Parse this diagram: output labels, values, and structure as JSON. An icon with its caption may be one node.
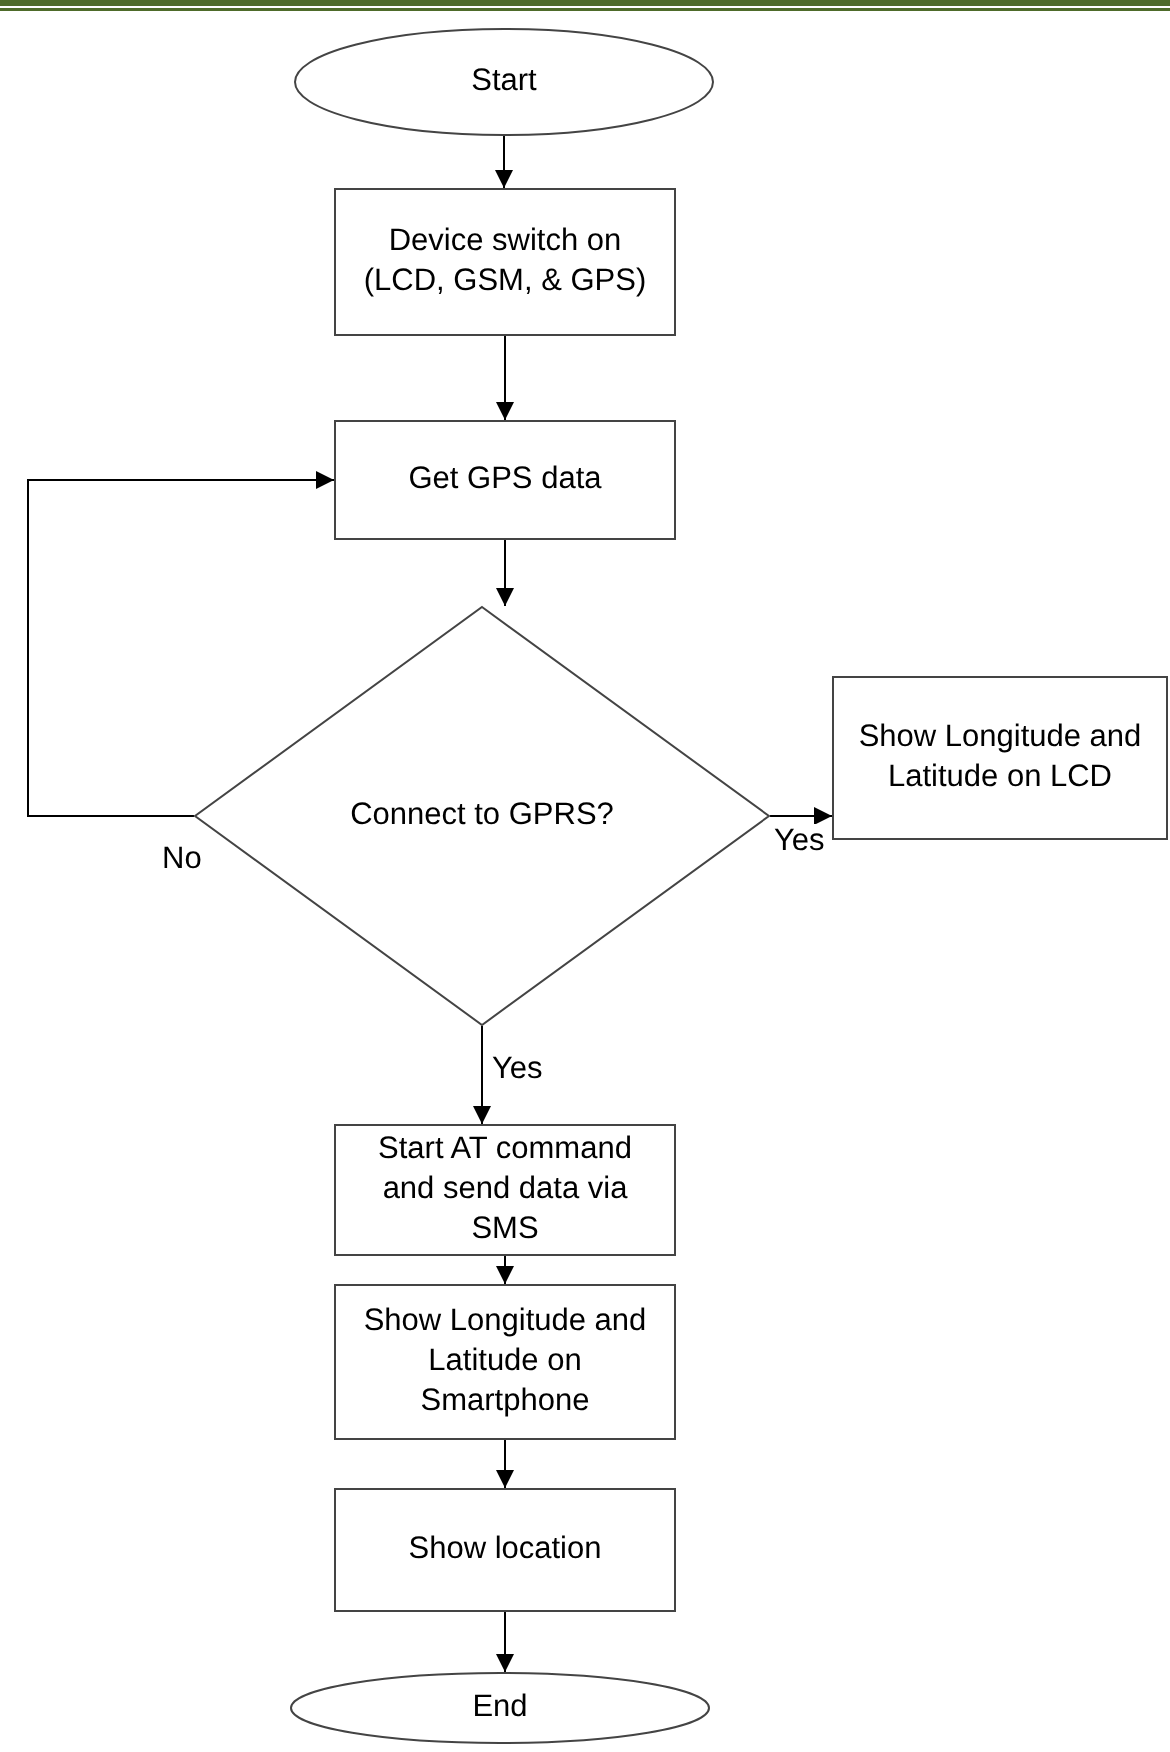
{
  "diagram": {
    "nodes": [
      {
        "text": [
          "Start"
        ]
      },
      {
        "text": [
          "Device switch on (LCD, GSM, & GPS)"
        ]
      },
      {
        "text": [
          "Get GPS data"
        ]
      },
      {
        "text": [
          "Connect to GPRS?"
        ]
      },
      {
        "text": [
          "Show Longitude and Latitude on LCD"
        ]
      },
      {
        "text": [
          "Start AT command and send data via SMS"
        ]
      },
      {
        "text": [
          "Show Longitude and Latitude on Smartphone"
        ]
      },
      {
        "text": [
          "Show location"
        ]
      },
      {
        "text": [
          "End"
        ]
      }
    ],
    "edges": [
      {
        "from": 0,
        "to": 1,
        "arrow": "to"
      },
      {
        "from": 1,
        "to": 2,
        "arrow": "to"
      },
      {
        "from": 2,
        "to": 3,
        "arrow": "to"
      },
      {
        "from": 3,
        "to": 4,
        "arrow": "to",
        "label": "Yes"
      },
      {
        "from": 3,
        "to": 2,
        "arrow": "to",
        "label": "No"
      },
      {
        "from": 3,
        "to": 5,
        "arrow": "to",
        "label": "Yes"
      },
      {
        "from": 5,
        "to": 6,
        "arrow": "to"
      },
      {
        "from": 6,
        "to": 7,
        "arrow": "to"
      },
      {
        "from": 7,
        "to": 8,
        "arrow": "to"
      }
    ]
  }
}
